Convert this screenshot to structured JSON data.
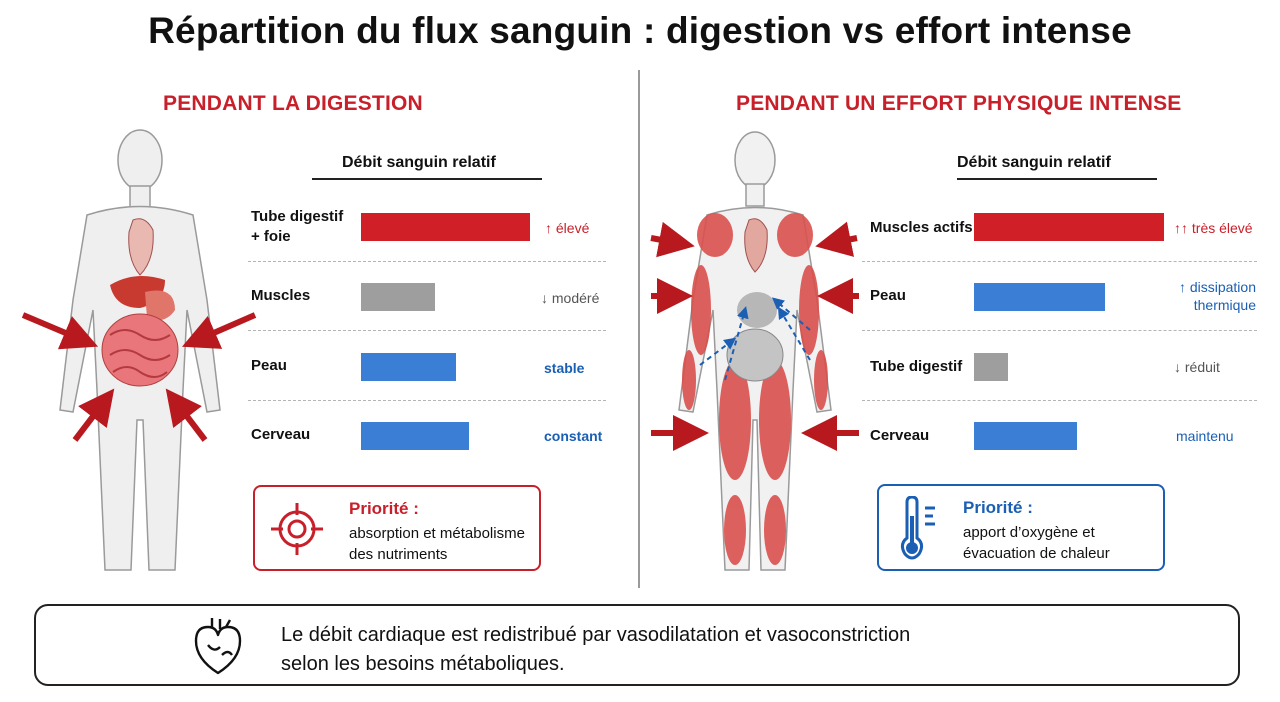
{
  "title": "Répartition du flux sanguin : digestion vs effort intense",
  "colors": {
    "accent_red": "#c8202a",
    "bar_red": "#d01f26",
    "bar_grey": "#9e9e9e",
    "bar_blue": "#3a7fd5",
    "text_blue": "#1a5fb4"
  },
  "left": {
    "heading": "PENDANT LA DIGESTION",
    "chart_header": "Débit sanguin relatif",
    "rows": [
      {
        "label_line1": "Tube digestif",
        "label_line2": "+ foie",
        "value": 1.0,
        "color": "red",
        "note": "↑ élevé"
      },
      {
        "label_line1": "Muscles",
        "label_line2": "",
        "value": 0.44,
        "color": "grey",
        "note": "↓ modéré"
      },
      {
        "label_line1": "Peau",
        "label_line2": "",
        "value": 0.56,
        "color": "blue",
        "note": "stable"
      },
      {
        "label_line1": "Cerveau",
        "label_line2": "",
        "value": 0.64,
        "color": "blue",
        "note": "constant"
      }
    ],
    "priority": {
      "icon": "target-icon",
      "title": "Priorité :",
      "line1": "absorption et métabolisme",
      "line2": "des nutriments"
    }
  },
  "right": {
    "heading": "PENDANT UN EFFORT PHYSIQUE INTENSE",
    "chart_header": "Débit sanguin relatif",
    "rows": [
      {
        "label_line1": "Muscles actifs",
        "label_line2": "",
        "value": 1.0,
        "color": "red",
        "note1": "↑↑ très élevé",
        "note2": ""
      },
      {
        "label_line1": "Peau",
        "label_line2": "",
        "value": 0.69,
        "color": "blue",
        "note1": "↑ dissipation",
        "note2": "thermique"
      },
      {
        "label_line1": "Tube digestif",
        "label_line2": "",
        "value": 0.18,
        "color": "grey",
        "note1": "↓ réduit",
        "note2": ""
      },
      {
        "label_line1": "Cerveau",
        "label_line2": "",
        "value": 0.54,
        "color": "blue",
        "note1": "maintenu",
        "note2": ""
      }
    ],
    "priority": {
      "icon": "thermometer-icon",
      "title": "Priorité :",
      "line1": "apport d’oxygène et",
      "line2": "évacuation de chaleur"
    }
  },
  "summary": {
    "icon": "heart-icon",
    "line1": "Le débit cardiaque est redistribué par vasodilatation et vasoconstriction",
    "line2": "selon les besoins métaboliques."
  }
}
